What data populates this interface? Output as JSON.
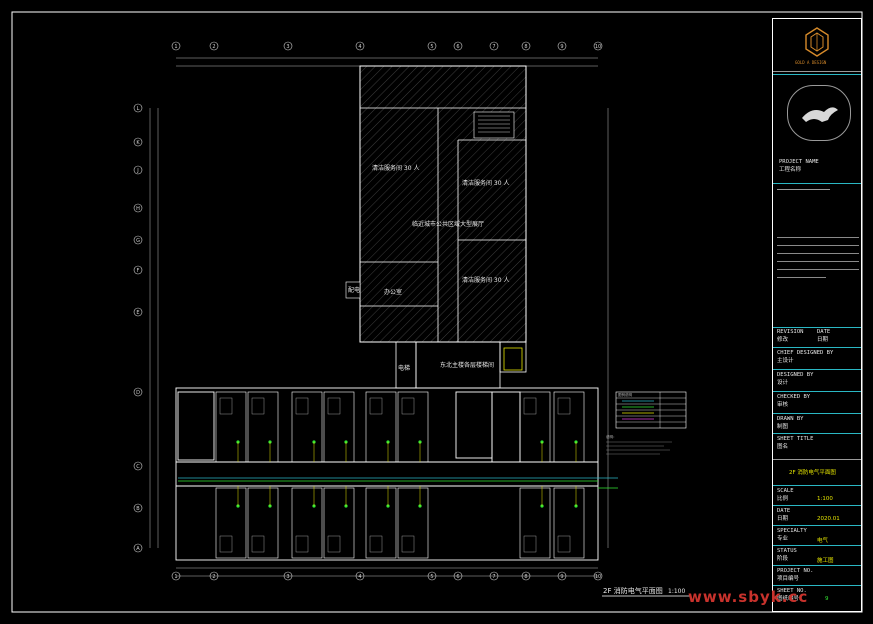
{
  "drawing": {
    "title": "2F 消防电气平面图",
    "scale": "1:100",
    "rooms": {
      "upper_left": "清洁服务间 30 人",
      "upper_right": "清洁服务间 30 人",
      "center": "临近城市公共区域大型展厅",
      "lower_right": "清洁服务间 30 人",
      "office": "办公室",
      "stair_label": "配电",
      "lobby": "电梯",
      "hall": "东北主楼各层楼梯间"
    },
    "axis_top": [
      "1",
      "2",
      "3",
      "4",
      "5",
      "6",
      "7",
      "8",
      "9",
      "10"
    ],
    "axis_left": [
      "L",
      "K",
      "J",
      "H",
      "G",
      "F",
      "E",
      "D",
      "C",
      "B",
      "A"
    ],
    "legend_title": "图例说明",
    "notes_title": "说明："
  },
  "title_block": {
    "logo_text": "GOLD A DESIGN",
    "project_name_label": "PROJECT NAME",
    "project_name_value": "工程名称",
    "revision_label": "REVISION",
    "revision_value": "修改",
    "date_label": "DATE",
    "date_value": "日期",
    "chief_designed_label": "CHIEF DESIGNED BY",
    "chief_designed_value": "主设计",
    "designed_label": "DESIGNED BY",
    "designed_value": "设计",
    "checked_label": "CHECKED BY",
    "checked_value": "审核",
    "drawn_label": "DRAWN BY",
    "drawn_value": "制图",
    "sheet_title_label": "SHEET TITLE",
    "sheet_title_value": "图名",
    "sheet_title_text": "2F 消防电气平面图",
    "scale_label": "SCALE",
    "scale_value_label": "比例",
    "scale_value": "1:100",
    "date2_label": "DATE",
    "date2_value_label": "日期",
    "date2_value": "2020.01",
    "specialty_label": "SPECIALTY",
    "specialty_value_label": "专业",
    "specialty_value": "电气",
    "status_label": "STATUS",
    "status_value_label": "阶段",
    "status_value": "施工图",
    "project_no_label": "PROJECT NO.",
    "project_no_value": "项目编号",
    "sheet_no_label": "SHEET NO.",
    "sheet_no_value": "图纸编号",
    "sheet_no_number": "9"
  },
  "watermark": "www.sbyk.cc",
  "colors": {
    "background": "#000000",
    "wall": "#ffffff",
    "accent_cyan": "#2ab7c4",
    "fire_green": "#33e833",
    "device_yellow": "#e6e600",
    "magenta": "#e040e0"
  }
}
